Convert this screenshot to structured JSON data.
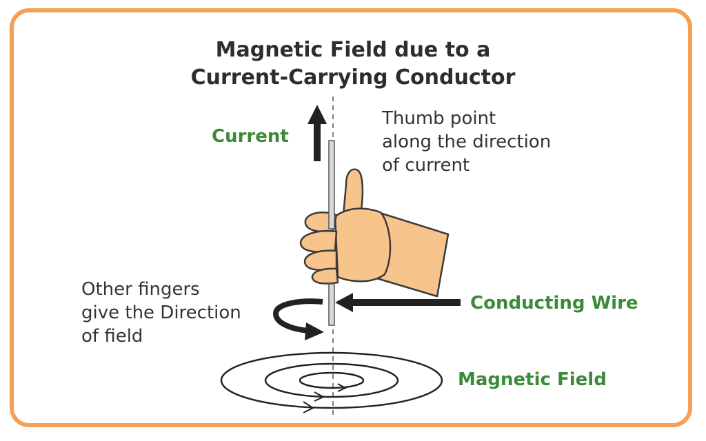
{
  "title": {
    "line1": "Magnetic Field due to a",
    "line2": "Current-Carrying Conductor"
  },
  "labels": {
    "current": "Current",
    "thumb": [
      "Thumb point",
      "along the direction",
      "of current"
    ],
    "fingers": [
      "Other fingers",
      "give the Direction",
      "of field"
    ],
    "conducting_wire": "Conducting Wire",
    "magnetic_field": "Magnetic Field"
  },
  "colors": {
    "border": "#f4a055",
    "accent_green": "#3a8a3a",
    "skin": "#f7c48c",
    "text": "#333333"
  }
}
